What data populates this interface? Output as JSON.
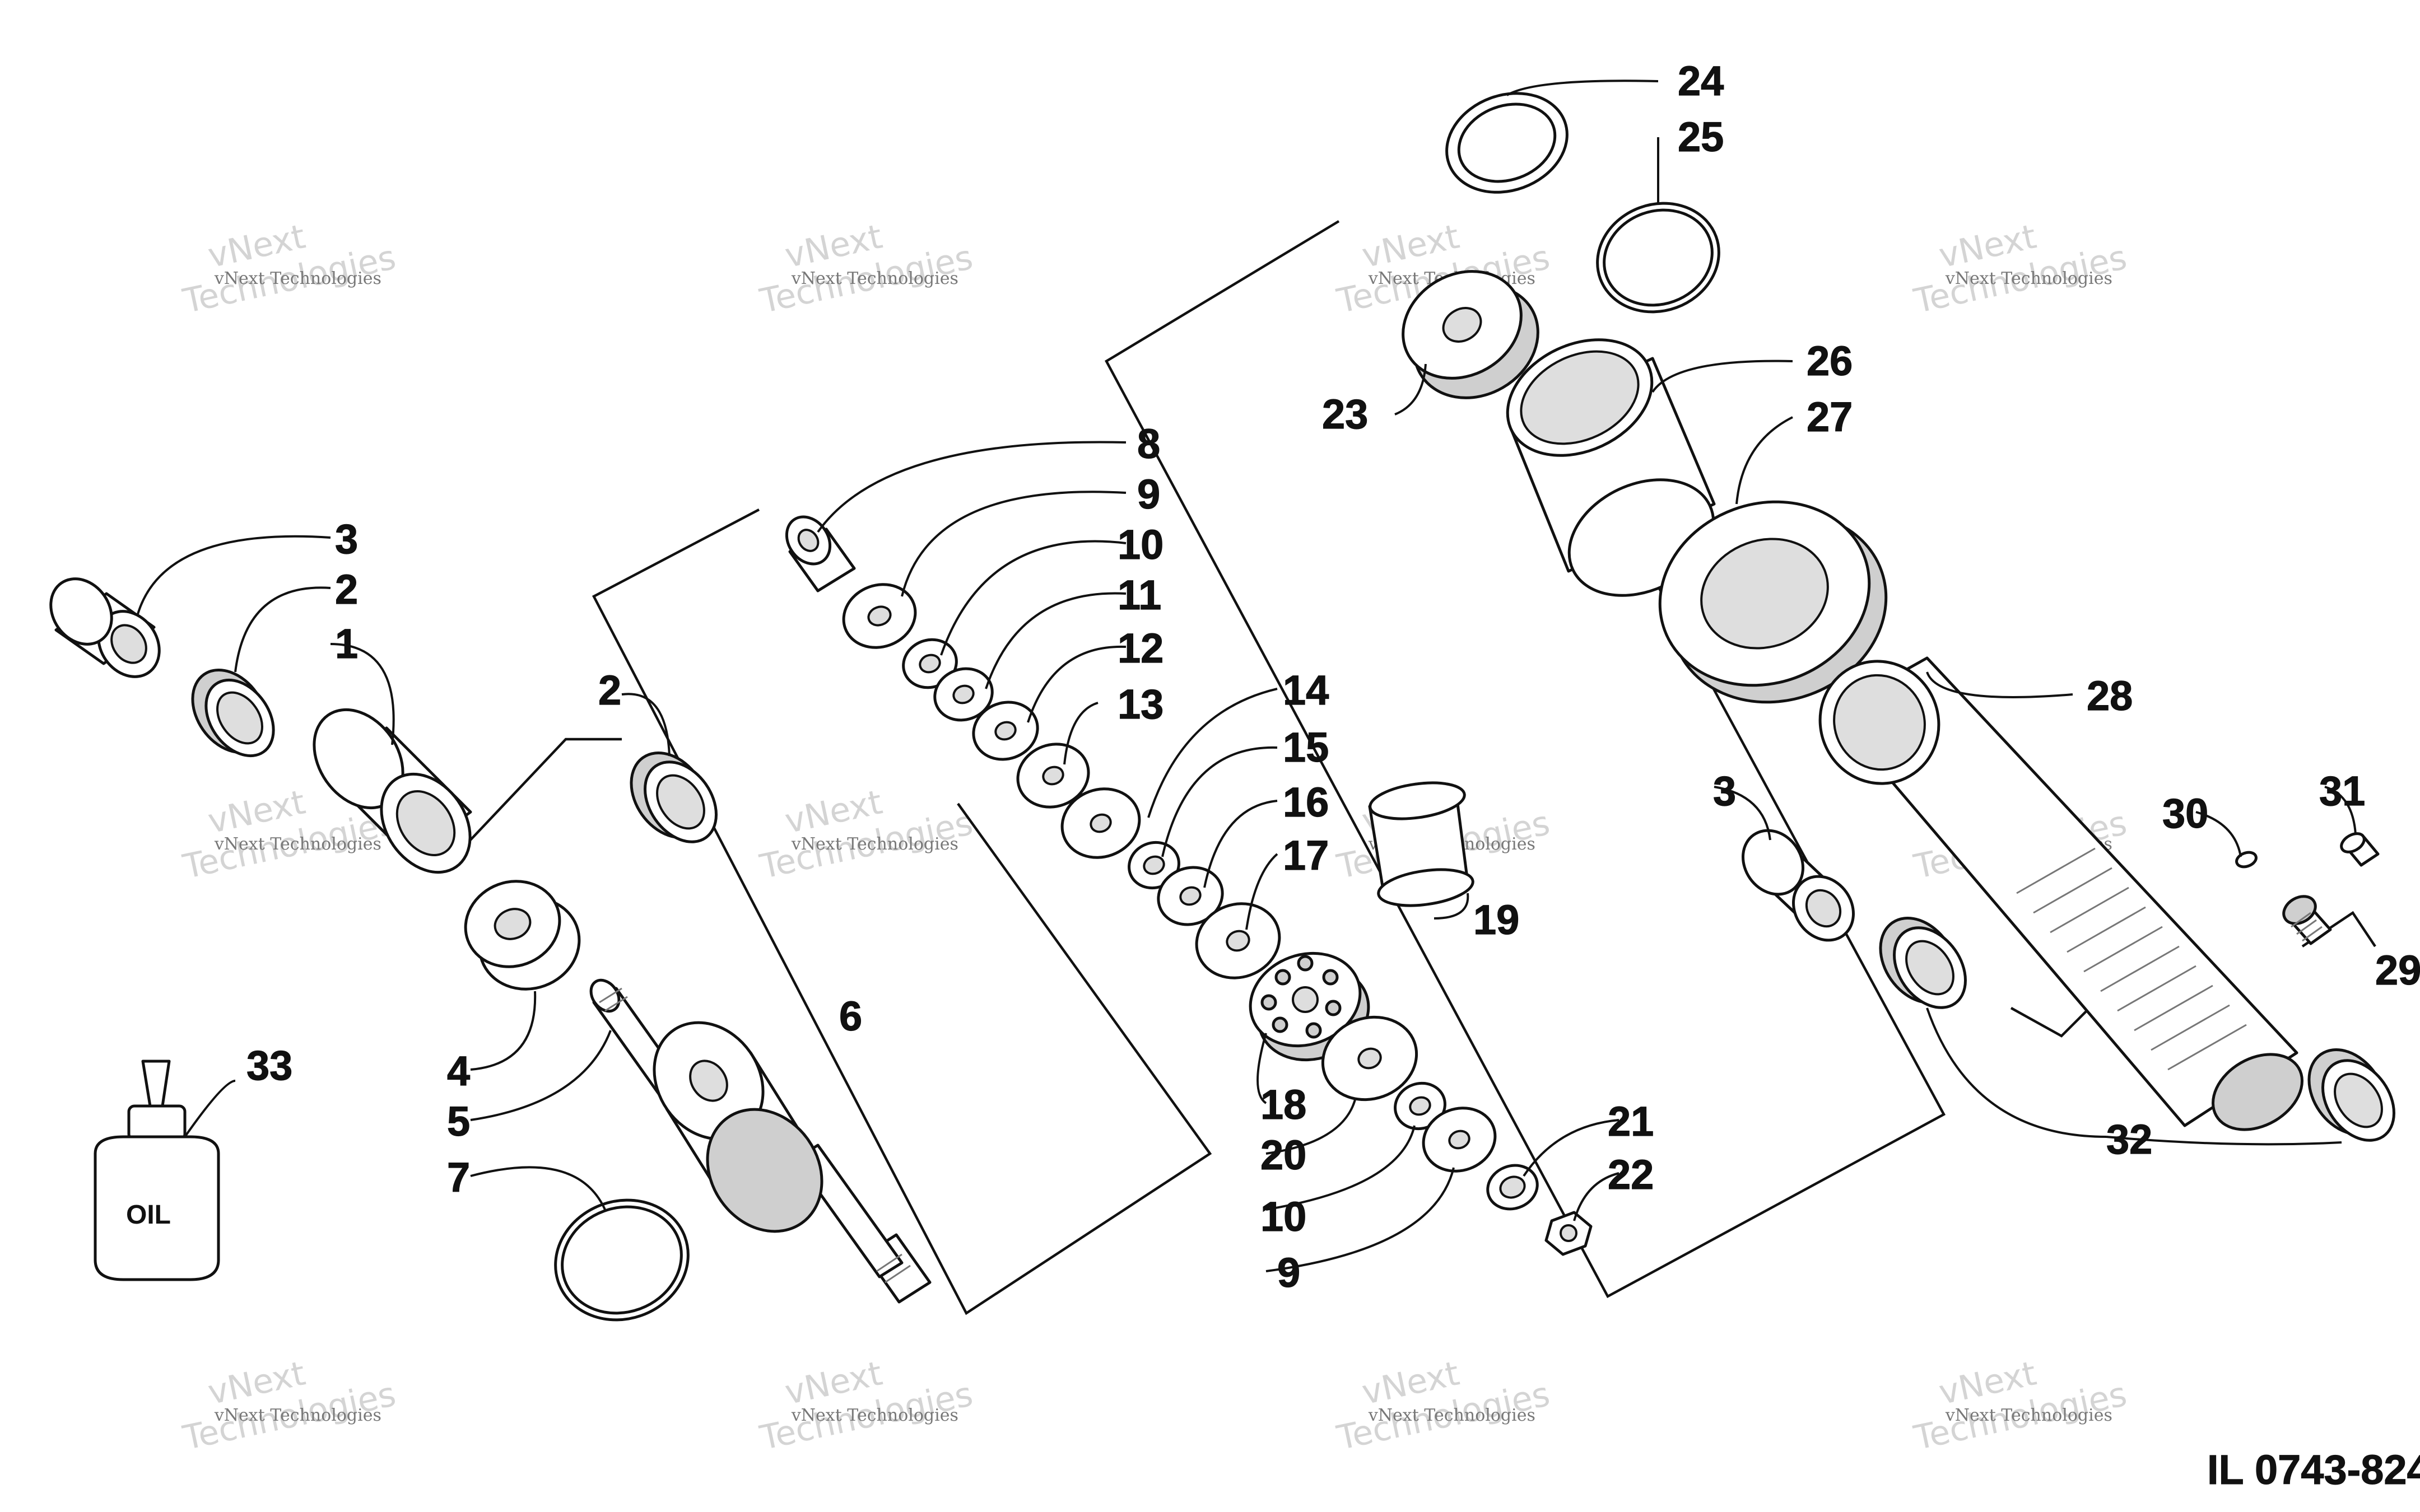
{
  "diagram": {
    "labels": {
      "p1": "1",
      "p2a": "2",
      "p2b": "2",
      "p3a": "3",
      "p3b": "3",
      "p4": "4",
      "p5": "5",
      "p6": "6",
      "p7": "7",
      "p8": "8",
      "p9a": "9",
      "p9b": "9",
      "p10a": "10",
      "p10b": "10",
      "p11": "11",
      "p12": "12",
      "p13": "13",
      "p14": "14",
      "p15": "15",
      "p16": "16",
      "p17": "17",
      "p18": "18",
      "p19": "19",
      "p20": "20",
      "p21": "21",
      "p22": "22",
      "p23": "23",
      "p24": "24",
      "p25": "25",
      "p26": "26",
      "p27": "27",
      "p28": "28",
      "p29": "29",
      "p30": "30",
      "p31": "31",
      "p32": "32",
      "p33": "33"
    },
    "oil_label": "OIL",
    "illustration_id": "IL 0743-824",
    "watermark": {
      "line1": "vNext Technologies",
      "line2": "vNext",
      "line3": "Technologies"
    }
  }
}
